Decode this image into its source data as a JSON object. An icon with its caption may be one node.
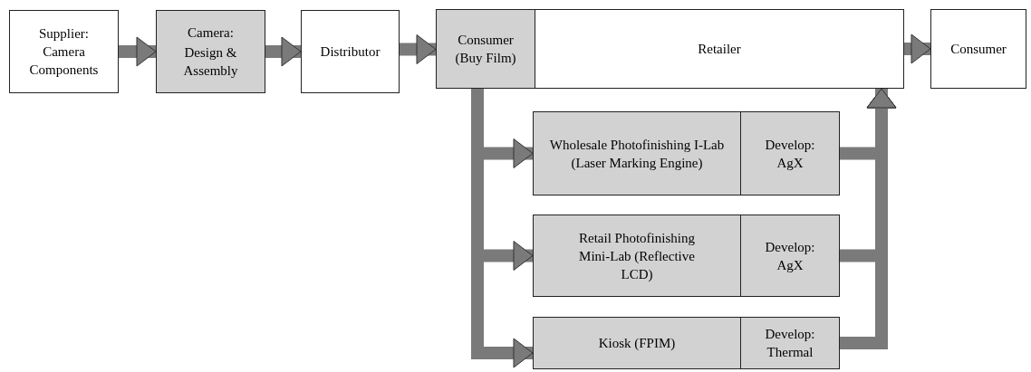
{
  "diagram": {
    "nodes": [
      {
        "text": [
          "Supplier: Camera Components"
        ]
      },
      {
        "text": [
          "Camera:",
          "Design & Assembly"
        ]
      },
      {
        "text": [
          "Distributor"
        ]
      },
      {
        "text": [
          "Consumer (Buy Film)"
        ]
      },
      {
        "text": [
          "Retailer"
        ]
      },
      {
        "text": [
          "Consumer"
        ]
      },
      {
        "text": [
          "Wholesale Photofinishing I-Lab (Laser Marking Engine)"
        ]
      },
      {
        "text": [
          "Develop: AgX"
        ]
      },
      {
        "text": [
          "Retail Photofinishing Mini-Lab (Reflective LCD)"
        ]
      },
      {
        "text": [
          "Develop: AgX"
        ]
      },
      {
        "text": [
          "Kiosk (FPIM)"
        ]
      },
      {
        "text": [
          "Develop: Thermal"
        ]
      }
    ],
    "edges": [
      {
        "from": 0,
        "to": 1,
        "arrow": "to"
      },
      {
        "from": 1,
        "to": 2,
        "arrow": "to"
      },
      {
        "from": 2,
        "to": 3,
        "arrow": "to"
      },
      {
        "from": 3,
        "to": 6,
        "arrow": "to"
      },
      {
        "from": 3,
        "to": 8,
        "arrow": "to"
      },
      {
        "from": 3,
        "to": 10,
        "arrow": "to"
      },
      {
        "from": 7,
        "to": 4,
        "arrow": "to"
      },
      {
        "from": 9,
        "to": 4,
        "arrow": "to"
      },
      {
        "from": 11,
        "to": 4,
        "arrow": "to"
      },
      {
        "from": 4,
        "to": 5,
        "arrow": "to"
      }
    ]
  }
}
